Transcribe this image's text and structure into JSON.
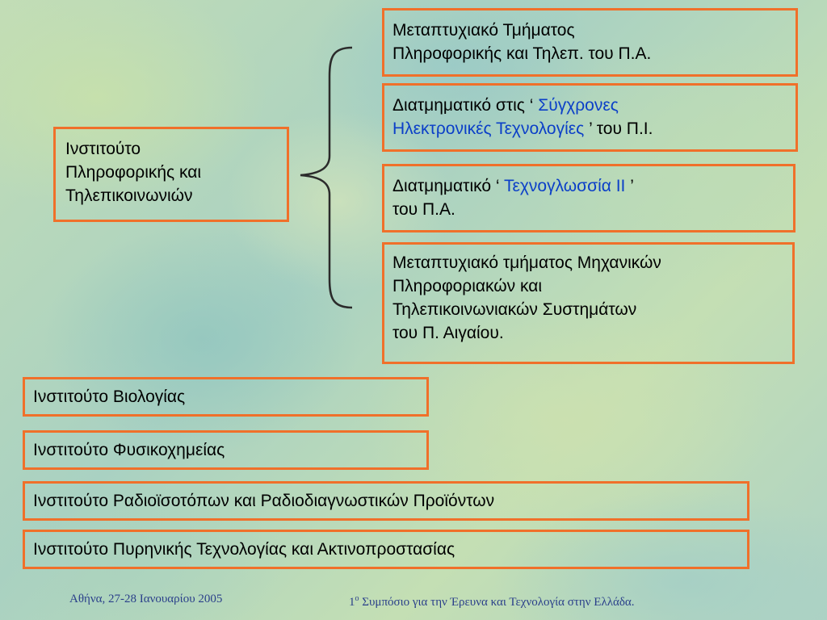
{
  "institute_informatics": {
    "lines": [
      "Ινστιτούτο",
      "Πληροφορικής και",
      "Τηλεπικοινωνιών"
    ]
  },
  "programs": [
    {
      "line1": "Μεταπτυχιακό Τμήματος",
      "line2": "Πληροφορικής και Τηλεπ. του Π.Α."
    },
    {
      "pre": "Διατμηματικό στις ‘ ",
      "hl1": "Σύγχρονες",
      "hl2": "Ηλεκτρονικές Τεχνολογίες",
      "post": " ’ του Π.Ι."
    },
    {
      "pre": "Διατμηματικό ‘ ",
      "hl": "Τεχνογλωσσία ΙΙ",
      "post": " ’",
      "line2": "του Π.Α."
    },
    {
      "lines": [
        "Μεταπτυχιακό τμήματος Μηχανικών",
        "Πληροφοριακών και",
        "Τηλεπικοινωνιακών Συστημάτων",
        "του Π. Αιγαίου."
      ]
    }
  ],
  "institutes": [
    "Ινστιτούτο Βιολογίας",
    "Ινστιτούτο Φυσικοχημείας",
    "Ινστιτούτο Ραδιοϊσοτόπων και Ραδιοδιαγνωστικών Προϊόντων",
    "Ινστιτούτο Πυρηνικής Τεχνολογίας και Ακτινοπροστασίας"
  ],
  "footer": {
    "left": "Αθήνα,  27-28 Ιανουαρίου 2005",
    "right_num": "1",
    "right_sup": "ο",
    "right_text": " Συμπόσιο για την Έρευνα και Τεχνολογία στην Ελλάδα."
  },
  "colors": {
    "box_border": "#f0702a",
    "highlight_text": "#0b3fc8",
    "footer_text": "#2a3f8a"
  }
}
